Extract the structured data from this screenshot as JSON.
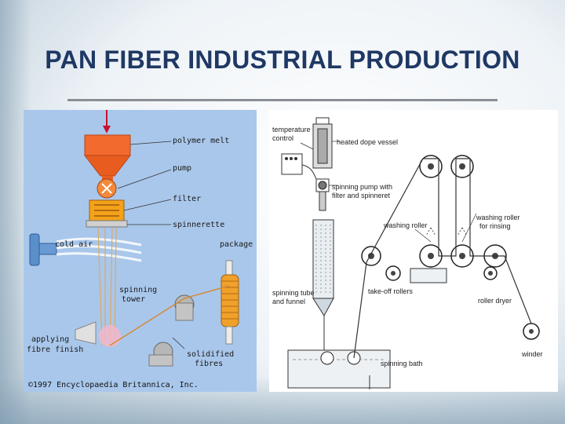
{
  "slide": {
    "title": "PAN FIBER INDUSTRIAL PRODUCTION"
  },
  "left_diagram": {
    "labels": {
      "polymer_melt": "polymer melt",
      "pump": "pump",
      "filter": "filter",
      "spinnerette": "spinnerette",
      "cold_air": "cold air",
      "package": "package",
      "spinning_tower_1": "spinning",
      "spinning_tower_2": "tower",
      "applying_1": "applying",
      "applying_2": "fibre finish",
      "solidified_1": "solidified",
      "solidified_2": "fibres"
    },
    "copyright": "©1997 Encyclopaedia Britannica, Inc."
  },
  "right_diagram": {
    "labels": {
      "temperature_1": "temperature",
      "temperature_2": "control",
      "heated_dope": "heated dope vessel",
      "spinning_pump_1": "spinning pump with",
      "spinning_pump_2": "filter and spinneret",
      "washing_roller": "washing roller",
      "washing_roller_rinse_1": "washing roller",
      "washing_roller_rinse_2": "for rinsing",
      "spinning_tube_1": "spinning tube",
      "spinning_tube_2": "and funnel",
      "take_off": "take-off rollers",
      "roller_dryer": "roller dryer",
      "winder": "winder",
      "spinning_bath": "spinning bath"
    }
  }
}
